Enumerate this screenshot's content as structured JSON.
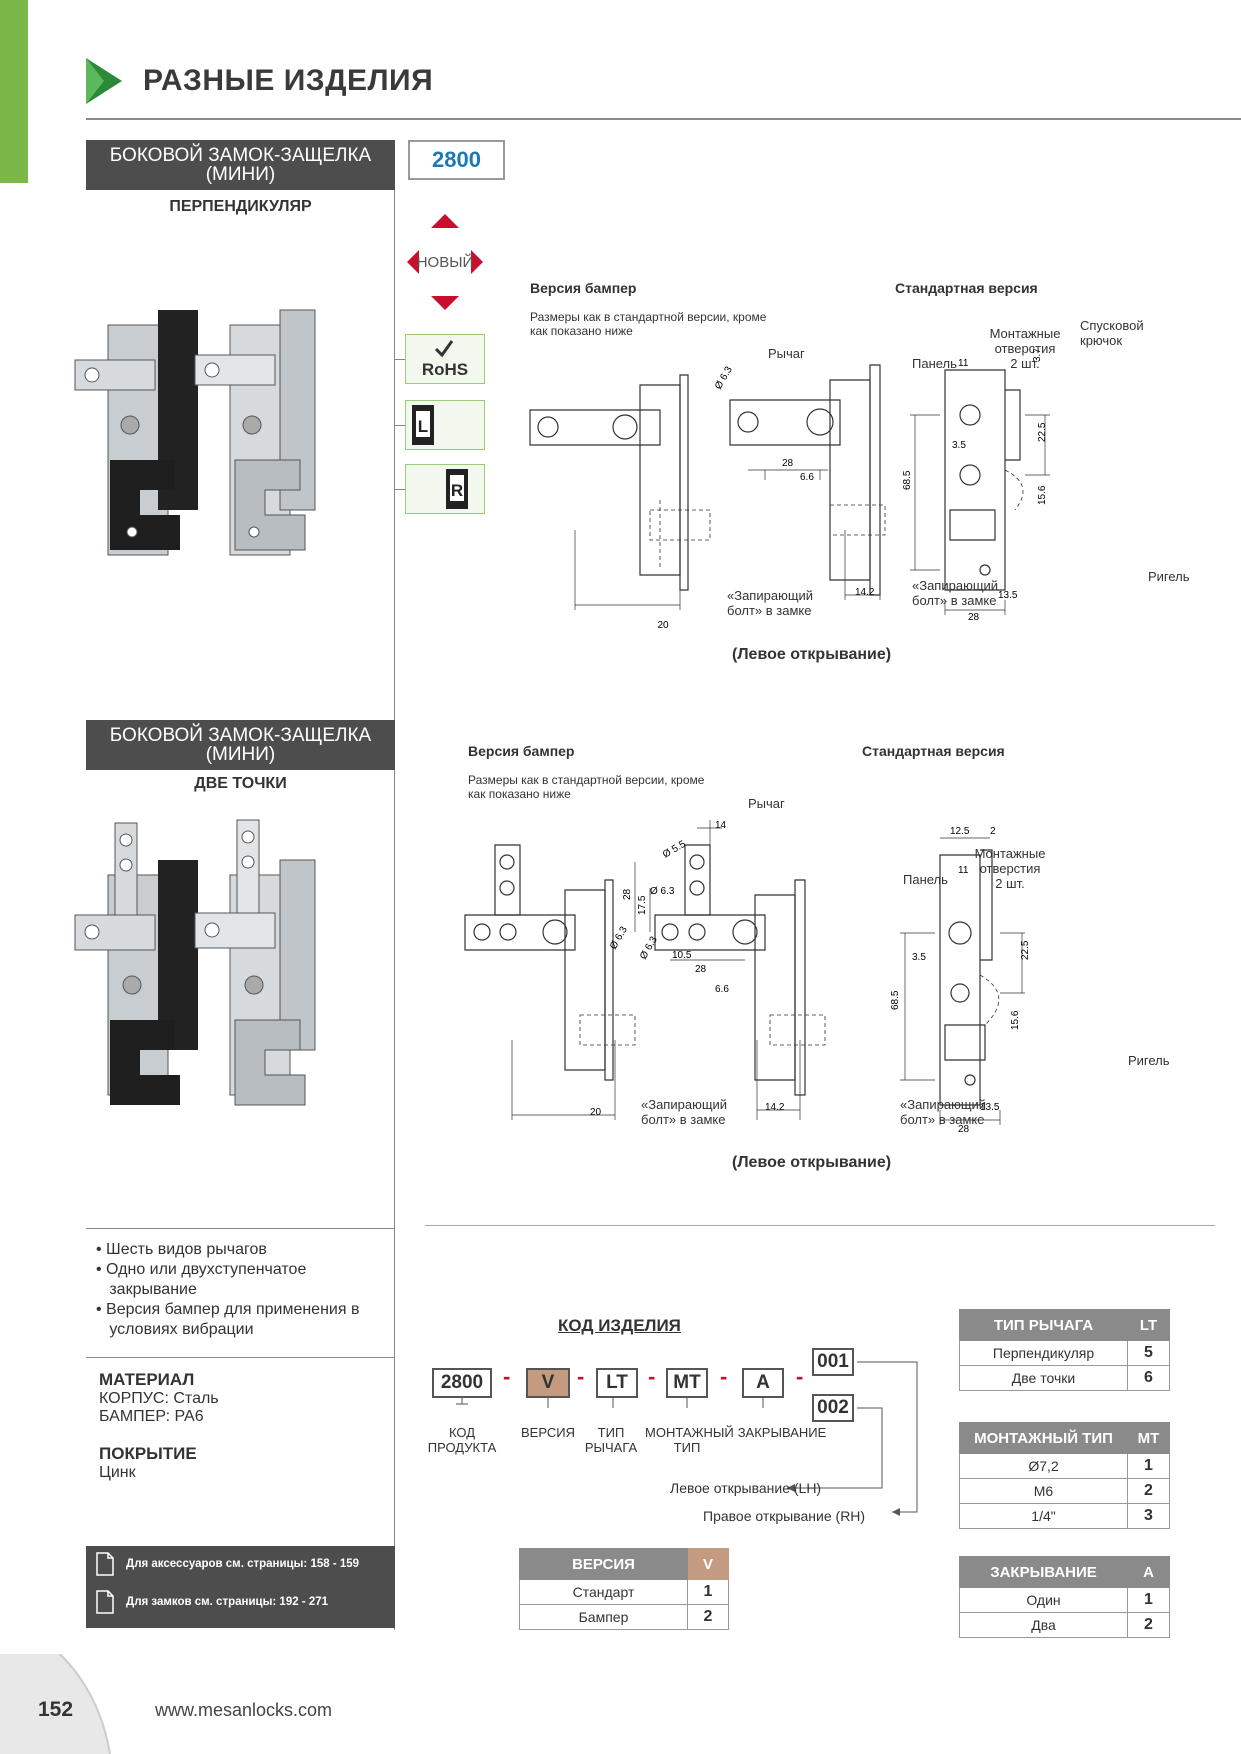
{
  "header": {
    "title": "РАЗНЫЕ ИЗДЕЛИЯ"
  },
  "product1": {
    "title_line1": "БОКОВОЙ ЗАМОК-ЗАЩЕЛКА",
    "title_line2": "(МИНИ)",
    "subtitle": "ПЕРПЕНДИКУЛЯР",
    "code": "2800",
    "badge_new": "НОВЫЙ",
    "icons": [
      "RoHS",
      "L",
      "R"
    ],
    "drawing": {
      "bumper_title": "Версия бампер",
      "bumper_note_line1": "Размеры как в стандартной версии, кроме",
      "bumper_note_line2": "как показано ниже",
      "standard_title": "Стандартная версия",
      "lever": "Рычаг",
      "panel": "Панель",
      "mount_holes_line1": "Монтажные",
      "mount_holes_line2": "отверстия",
      "mount_holes_line3": "2 шт.",
      "trigger_line1": "Спусковой",
      "trigger_line2": "крючок",
      "bolt_line1": "«Запирающий",
      "bolt_line2": "болт» в замке",
      "bolt2_line1": "«Запирающий",
      "bolt2_line2": "болт» в замке",
      "rigel": "Ригель",
      "caption": "(Левое открывание)",
      "dims": {
        "d63": "Ø 6.3",
        "d28": "28",
        "d66": "6.6",
        "d20": "20",
        "d142": "14.2",
        "d11": "11",
        "d37": "3.7",
        "d35": "3.5",
        "d225": "22.5",
        "d685": "68.5",
        "d156": "15.6",
        "d135": "13.5",
        "d28b": "28"
      }
    }
  },
  "product2": {
    "title_line1": "БОКОВОЙ ЗАМОК-ЗАЩЕЛКА",
    "title_line2": "(МИНИ)",
    "subtitle": "ДВЕ ТОЧКИ",
    "drawing": {
      "bumper_title": "Версия бампер",
      "bumper_note_line1": "Размеры как в стандартной версии, кроме",
      "bumper_note_line2": "как показано ниже",
      "standard_title": "Стандартная версия",
      "lever": "Рычаг",
      "panel": "Панель",
      "mount_holes_line1": "Монтажные",
      "mount_holes_line2": "отверстия",
      "mount_holes_line3": "2 шт.",
      "bolt_line1": "«Запирающий",
      "bolt_line2": "болт» в замке",
      "bolt2_line1": "«Запирающий",
      "bolt2_line2": "болт» в замке",
      "rigel": "Ригель",
      "caption": "(Левое открывание)",
      "dims": {
        "d14": "14",
        "d55": "Ø 5.5",
        "d63a": "Ø 6.3",
        "d63b": "Ø 6.3",
        "d63c": "Ø 6.3",
        "d28": "28",
        "d175": "17.5",
        "d105": "10.5",
        "d28h": "28",
        "d66": "6.6",
        "d20": "20",
        "d142": "14.2",
        "d125": "12.5",
        "d2": "2",
        "d11": "11",
        "d35": "3.5",
        "d225": "22.5",
        "d685": "68.5",
        "d156": "15.6",
        "d135": "13.5",
        "d28b": "28"
      }
    }
  },
  "features": [
    "• Шесть видов рычагов",
    "• Одно или двухступенчатое",
    "   закрывание",
    "• Версия бампер для применения в",
    "   условиях вибрации"
  ],
  "material": {
    "title": "МАТЕРИАЛ",
    "body": "КОРПУС: Сталь",
    "bumper": "БАМПЕР: PA6"
  },
  "coating": {
    "title": "ПОКРЫТИЕ",
    "value": "Цинк"
  },
  "refs": {
    "accessories": "Для аксессуаров см. страницы: 158 - 159",
    "locks": "Для замков см. страницы: 192 - 271"
  },
  "product_code": {
    "title": "КОД ИЗДЕЛИЯ",
    "boxes": {
      "code": "2800",
      "v": "V",
      "lt": "LT",
      "mt": "MT",
      "a": "A",
      "c001": "001",
      "c002": "002"
    },
    "labels": {
      "code_l1": "КОД",
      "code_l2": "ПРОДУКТА",
      "version": "ВЕРСИЯ",
      "type_l1": "ТИП",
      "type_l2": "РЫЧАГА",
      "mount_l1": "МОНТАЖНЫЙ",
      "mount_l2": "ТИП",
      "closing": "ЗАКРЫВАНИЕ"
    },
    "left_opening": "Левое открывание (LH)",
    "right_opening": "Правое открывание (RH)"
  },
  "tables": {
    "version": {
      "h1": "ВЕРСИЯ",
      "h2": "V",
      "rows": [
        {
          "name": "Стандарт",
          "val": "1"
        },
        {
          "name": "Бампер",
          "val": "2"
        }
      ]
    },
    "lever": {
      "h1": "ТИП РЫЧАГА",
      "h2": "LT",
      "rows": [
        {
          "name": "Перпендикуляр",
          "val": "5"
        },
        {
          "name": "Две точки",
          "val": "6"
        }
      ]
    },
    "mount": {
      "h1": "МОНТАЖНЫЙ ТИП",
      "h2": "MT",
      "rows": [
        {
          "name": "Ø7,2",
          "val": "1"
        },
        {
          "name": "M6",
          "val": "2"
        },
        {
          "name": "1/4\"",
          "val": "3"
        }
      ]
    },
    "closing": {
      "h1": "ЗАКРЫВАНИЕ",
      "h2": "A",
      "rows": [
        {
          "name": "Один",
          "val": "1"
        },
        {
          "name": "Два",
          "val": "2"
        }
      ]
    }
  },
  "footer": {
    "page": "152",
    "url": "www.mesanlocks.com"
  },
  "colors": {
    "accent_green": "#7ab648",
    "header_dark": "#4d4d4d",
    "code_blue": "#1a7ab8",
    "new_red": "#c8102e",
    "table_head": "#8a8a8a",
    "version_box": "#c49a80"
  }
}
